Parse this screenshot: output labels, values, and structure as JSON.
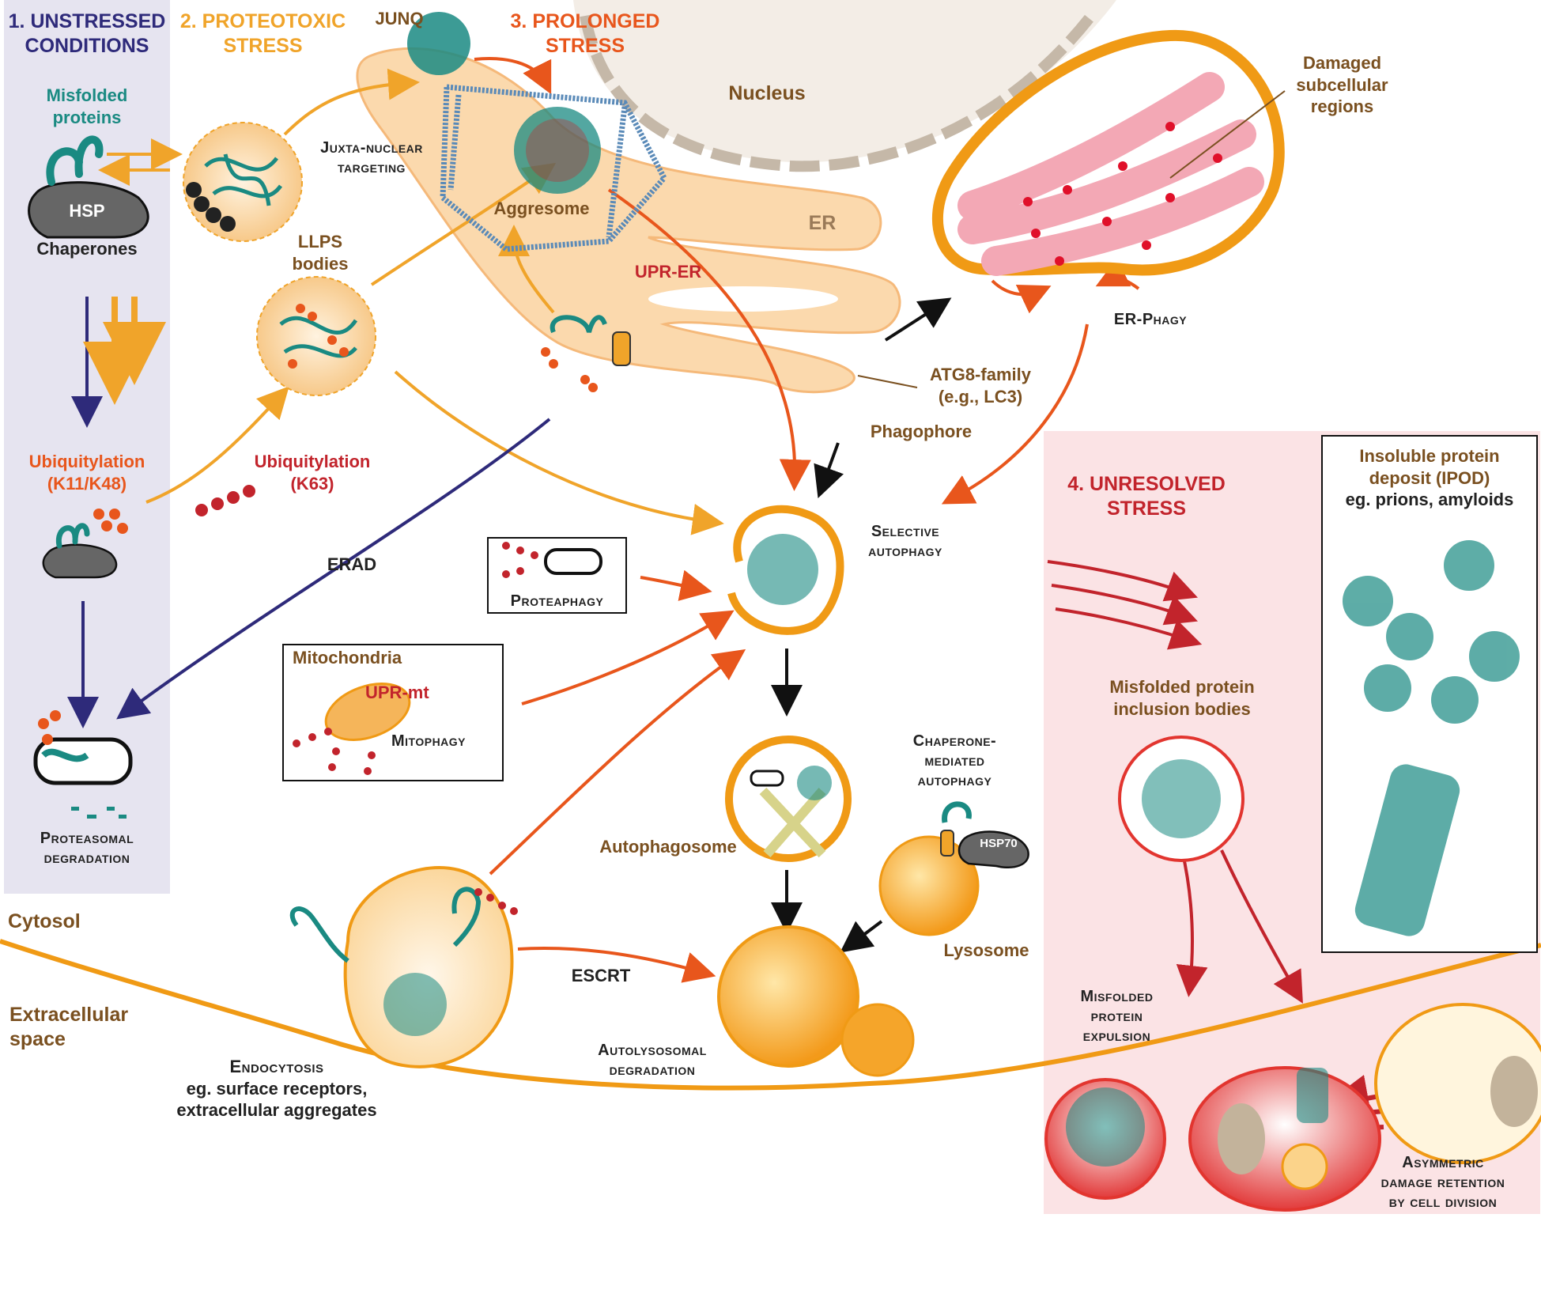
{
  "labels": {
    "unstressed": [
      "1. UNSTRESSED",
      "CONDITIONS"
    ],
    "proteotoxic": [
      "2. PROTEOTOXIC",
      "STRESS"
    ],
    "prolonged": [
      "3. PROLONGED",
      "STRESS"
    ],
    "unresolved": [
      "4. UNRESOLVED",
      "STRESS"
    ],
    "misfolded_proteins": [
      "Misfolded",
      "proteins"
    ],
    "hsp": "HSP",
    "chaperones": "Chaperones",
    "ubiq_k11": [
      "Ubiquitylation",
      "(K11/K48)"
    ],
    "ubiq_k63": [
      "Ubiquitylation",
      "(K63)"
    ],
    "proteasomal": [
      "Proteasomal",
      "degradation"
    ],
    "cytosol": "Cytosol",
    "extracellular": [
      "Extracellular",
      "space"
    ],
    "junq": "JUNQ",
    "juxta": [
      "Juxta-nuclear",
      "targeting"
    ],
    "llps": [
      "LLPS",
      "bodies"
    ],
    "aggresome": "Aggresome",
    "nucleus": "Nucleus",
    "er": "ER",
    "upr_er": "UPR-ER",
    "erad": "ERAD",
    "damaged": [
      "Damaged",
      "subcellular",
      "regions"
    ],
    "er_phagy": "ER-Phagy",
    "atg8": [
      "ATG8-family",
      "(e.g., LC3)"
    ],
    "phagophore": "Phagophore",
    "selective": [
      "Selective",
      "autophagy"
    ],
    "proteaphagy": "Proteaphagy",
    "mitochondria": "Mitochondria",
    "upr_mt": "UPR-mt",
    "mitophagy": "Mitophagy",
    "autophagosome": "Autophagosome",
    "cma": [
      "Chaperone-",
      "mediated",
      "autophagy"
    ],
    "hsp70": "HSP70",
    "lysosome": "Lysosome",
    "escrt": "ESCRT",
    "autolysosomal": [
      "Autolysosomal",
      "degradation"
    ],
    "endocytosis": [
      "Endocytosis",
      "eg. surface receptors,",
      "extracellular aggregates"
    ],
    "inclusion": [
      "Misfolded protein",
      "inclusion bodies"
    ],
    "ipod": [
      "Insoluble protein",
      "deposit (IPOD)",
      "eg. prions, amyloids"
    ],
    "expulsion": [
      "Misfolded",
      "protein",
      "expulsion"
    ],
    "asymmetric": [
      "Asymmetric",
      "damage retention",
      "by cell division"
    ]
  },
  "colors": {
    "navy": "#2e2a7a",
    "yellow_orange": "#f0a42a",
    "dark_orange": "#e8561c",
    "red": "#c2242c",
    "brown": "#7a5020",
    "teal": "#1a8a82",
    "panel_lavender": "#e6e4f0",
    "panel_pink": "#fbe3e5",
    "er_fill": "#fbd9ad",
    "nucleus_fill": "#f3ede6"
  }
}
